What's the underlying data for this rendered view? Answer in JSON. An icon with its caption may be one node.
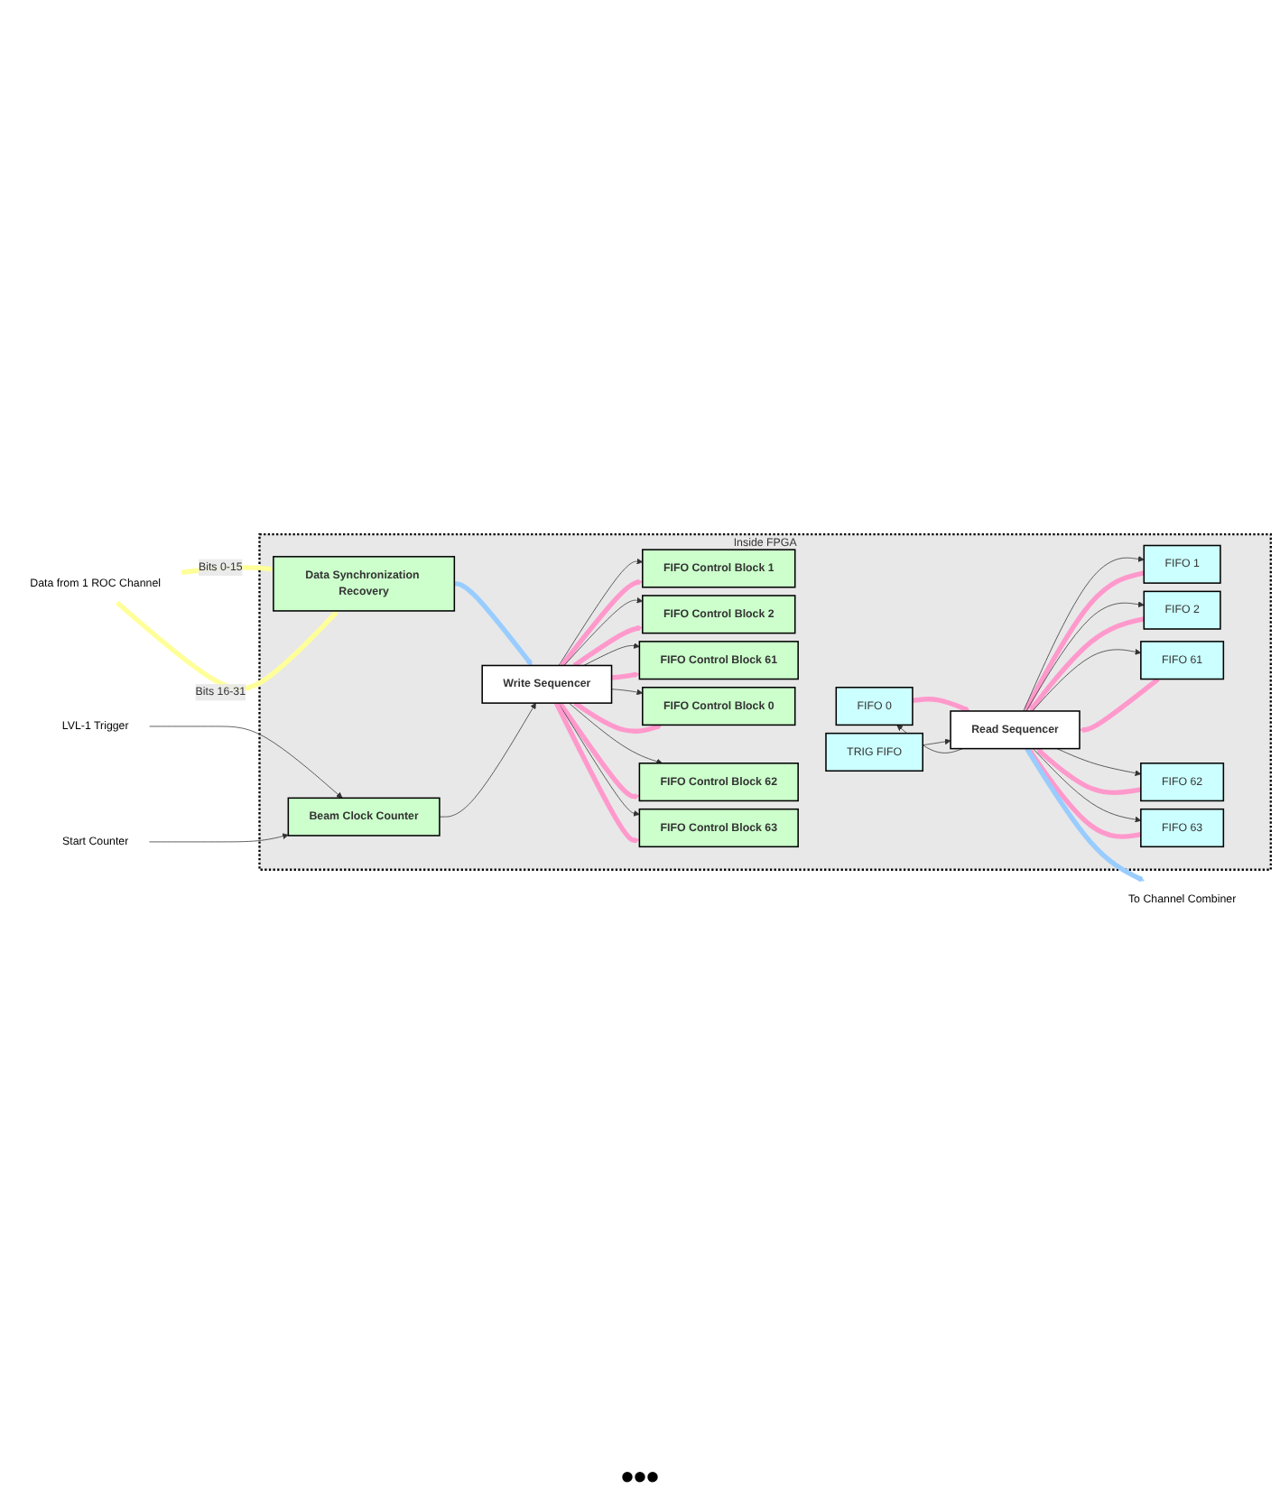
{
  "diagram": {
    "nodes": [
      {
        "text": [
          "Inside FPGA"
        ]
      },
      {
        "text": [
          "Data from 1 ROC Channel"
        ]
      },
      {
        "text": [
          "Data Synchronization Recovery"
        ],
        "in": 0
      },
      {
        "text": [
          "Write Sequencer"
        ],
        "in": 0
      },
      {
        "text": [
          "FIFO Control Block 0"
        ],
        "in": 0
      },
      {
        "text": [
          "FIFO 0"
        ],
        "in": 0
      },
      {
        "text": [
          "FIFO Control Block 1"
        ],
        "in": 0
      },
      {
        "text": [
          "FIFO 1"
        ],
        "in": 0
      },
      {
        "text": [
          "FIFO Control Block 2"
        ],
        "in": 0
      },
      {
        "text": [
          "FIFO 2"
        ],
        "in": 0
      },
      {
        "text": [
          "FIFO Control Block 61"
        ],
        "in": 0
      },
      {
        "text": [
          "FIFO 61"
        ],
        "in": 0
      },
      {
        "text": [
          "FIFO Control Block 62"
        ],
        "in": 0
      },
      {
        "text": [
          "FIFO 62"
        ],
        "in": 0
      },
      {
        "text": [
          "FIFO Control Block 63"
        ],
        "in": 0
      },
      {
        "text": [
          "FIFO 63"
        ],
        "in": 0
      },
      {
        "text": [
          "Read Sequencer"
        ],
        "in": 0
      },
      {
        "text": [
          "To Channel Combiner"
        ]
      },
      {
        "text": [
          "LVL-1 Trigger"
        ]
      },
      {
        "text": [
          "Start Counter"
        ]
      },
      {
        "text": [
          "Beam Clock Counter"
        ],
        "in": 0
      },
      {
        "text": [
          "TRIG FIFO"
        ],
        "in": 0
      }
    ],
    "edges": [
      {
        "from": 1,
        "to": 2,
        "arrow": "to",
        "label": "Bits 0-15",
        "style": "thick",
        "color": "#ffff99"
      },
      {
        "from": 1,
        "to": 2,
        "arrow": "to",
        "label": "Bits 16-31",
        "style": "thick",
        "color": "#ffff99"
      },
      {
        "from": 2,
        "to": 3,
        "arrow": "to",
        "style": "thick",
        "color": "#99ccff"
      },
      {
        "from": 3,
        "to": 4,
        "arrow": "to"
      },
      {
        "from": 3,
        "to": 4,
        "arrow": "to",
        "style": "thick",
        "color": "#ff99cc"
      },
      {
        "from": 5,
        "to": 16,
        "arrow": "to",
        "style": "thick",
        "color": "#ff99cc"
      },
      {
        "from": 16,
        "to": 5,
        "arrow": "to"
      },
      {
        "from": 3,
        "to": 6,
        "arrow": "to"
      },
      {
        "from": 3,
        "to": 6,
        "arrow": "to",
        "style": "thick",
        "color": "#ff99cc"
      },
      {
        "from": 7,
        "to": 16,
        "arrow": "to",
        "style": "thick",
        "color": "#ff99cc"
      },
      {
        "from": 16,
        "to": 7,
        "arrow": "to"
      },
      {
        "from": 3,
        "to": 8,
        "arrow": "to"
      },
      {
        "from": 3,
        "to": 8,
        "arrow": "to",
        "style": "thick",
        "color": "#ff99cc"
      },
      {
        "from": 9,
        "to": 16,
        "arrow": "to",
        "style": "thick",
        "color": "#ff99cc"
      },
      {
        "from": 16,
        "to": 9,
        "arrow": "to"
      },
      {
        "from": 3,
        "to": 10,
        "arrow": "to"
      },
      {
        "from": 3,
        "to": 10,
        "arrow": "to",
        "style": "thick",
        "color": "#ff99cc"
      },
      {
        "from": 11,
        "to": 16,
        "arrow": "to",
        "style": "thick",
        "color": "#ff99cc"
      },
      {
        "from": 16,
        "to": 11,
        "arrow": "to"
      },
      {
        "from": 3,
        "to": 12,
        "arrow": "to"
      },
      {
        "from": 3,
        "to": 12,
        "arrow": "to",
        "style": "thick",
        "color": "#ff99cc"
      },
      {
        "from": 13,
        "to": 16,
        "arrow": "to",
        "style": "thick",
        "color": "#ff99cc"
      },
      {
        "from": 16,
        "to": 13,
        "arrow": "to"
      },
      {
        "from": 3,
        "to": 14,
        "arrow": "to"
      },
      {
        "from": 3,
        "to": 14,
        "arrow": "to",
        "style": "thick",
        "color": "#ff99cc"
      },
      {
        "from": 15,
        "to": 16,
        "arrow": "to",
        "style": "thick",
        "color": "#ff99cc"
      },
      {
        "from": 16,
        "to": 15,
        "arrow": "to"
      },
      {
        "from": 16,
        "to": 17,
        "arrow": "to",
        "style": "thick",
        "color": "#99ccff"
      },
      {
        "from": 18,
        "to": 20,
        "arrow": "to"
      },
      {
        "from": 19,
        "to": 20,
        "arrow": "to"
      },
      {
        "from": 20,
        "to": 3,
        "arrow": "to"
      },
      {
        "from": 21,
        "to": 16,
        "arrow": "to"
      }
    ],
    "labels": [
      "•••"
    ]
  }
}
